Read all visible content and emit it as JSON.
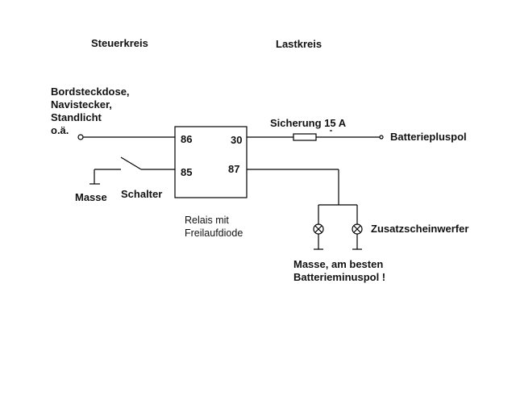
{
  "headings": {
    "control_circuit": "Steuerkreis",
    "load_circuit": "Lastkreis"
  },
  "control": {
    "source_lines": [
      "Bordsteckdose,",
      "Navistecker,",
      "Standlicht",
      "o.ä."
    ],
    "ground_label": "Masse",
    "switch_label": "Schalter"
  },
  "relay": {
    "pins": {
      "p86": "86",
      "p85": "85",
      "p30": "30",
      "p87": "87"
    },
    "caption_lines": [
      "Relais mit",
      "Freilaufdiode"
    ]
  },
  "load": {
    "fuse_label": "Sicherung 15 A",
    "battery_plus_label": "Batteriepluspol",
    "lamps_label": "Zusatzscheinwerfer",
    "ground_lines": [
      "Masse, am besten",
      "Batterieminuspol !"
    ]
  },
  "colors": {
    "line": "#000000",
    "background": "#ffffff"
  }
}
